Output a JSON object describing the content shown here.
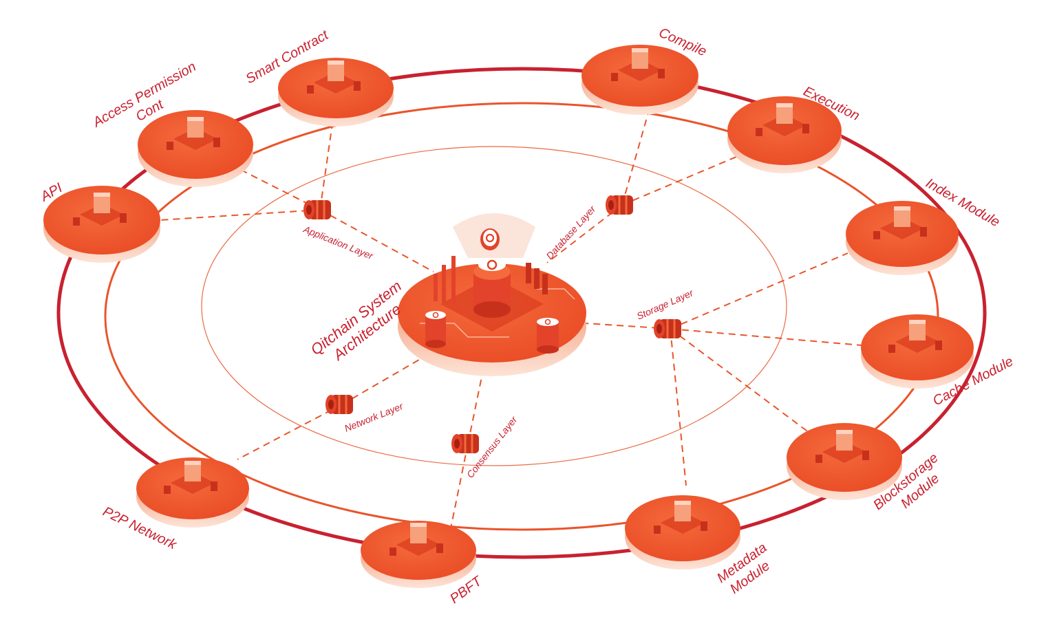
{
  "diagram": {
    "center": {
      "lines": [
        "Qitchain System",
        "Architecture"
      ]
    },
    "layers": [
      {
        "id": "application",
        "label": "Application Layer"
      },
      {
        "id": "database",
        "label": "Database Layer"
      },
      {
        "id": "storage",
        "label": "Storage Layer"
      },
      {
        "id": "network",
        "label": "Network Layer"
      },
      {
        "id": "consensus",
        "label": "Consensus Layer"
      }
    ],
    "nodes": [
      {
        "id": "smart-contract",
        "lines": [
          "Smart Contract"
        ]
      },
      {
        "id": "access-permission",
        "lines": [
          "Access Permission",
          "Cont"
        ]
      },
      {
        "id": "api",
        "lines": [
          "API"
        ]
      },
      {
        "id": "compile",
        "lines": [
          "Compile"
        ]
      },
      {
        "id": "execution",
        "lines": [
          "Execution"
        ]
      },
      {
        "id": "index-module",
        "lines": [
          "Index Module"
        ]
      },
      {
        "id": "cache-module",
        "lines": [
          "Cache Module"
        ]
      },
      {
        "id": "blockstorage-module",
        "lines": [
          "Blockstorage",
          "Module"
        ]
      },
      {
        "id": "metadata-module",
        "lines": [
          "Metadata",
          "Module"
        ]
      },
      {
        "id": "pbft",
        "lines": [
          "PBFT"
        ]
      },
      {
        "id": "p2p-network",
        "lines": [
          "P2P Network"
        ]
      }
    ],
    "colors": {
      "ring_outer": "#c8212f",
      "ring_inner": "#e9542a",
      "ring_thin": "#e9542a",
      "disc_top": "#f0532a",
      "disc_side": "#f6b49a",
      "label": "#c8212f",
      "dash": "#e9542a"
    }
  }
}
